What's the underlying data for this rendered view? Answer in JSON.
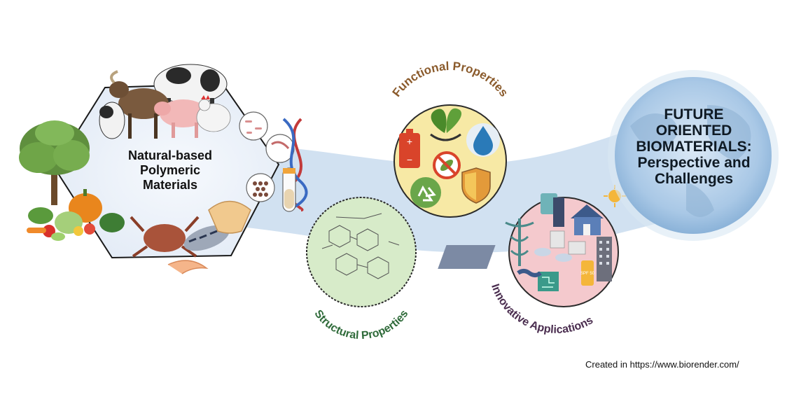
{
  "hub": {
    "title_lines": [
      "Natural-based",
      "Polymeric",
      "Materials"
    ]
  },
  "functional": {
    "label": "Functional Properties"
  },
  "structural": {
    "label": "Structural Properties"
  },
  "applications": {
    "label": "Innovative Applications"
  },
  "future": {
    "title_lines": [
      "FUTURE",
      "ORIENTED",
      "BIOMATERIALS:",
      "Perspective and",
      "Challenges"
    ]
  },
  "credit": "Created in https://www.biorender.com/",
  "icons": {
    "spf_label": "SPF 50",
    "battery_plus": "+",
    "battery_minus": "−"
  },
  "colors": {
    "ribbon": "#c9dcef",
    "hub_fill": "#edf2fa",
    "functional_circle": "#f7e9a5",
    "structural_circle": "#d7ebc9",
    "applications_circle": "#f4c9cd",
    "globe": "#b9d4ec",
    "functional_text": "#8a5a2b",
    "structural_text": "#2f6b3a",
    "applications_text": "#4a2d4f"
  }
}
